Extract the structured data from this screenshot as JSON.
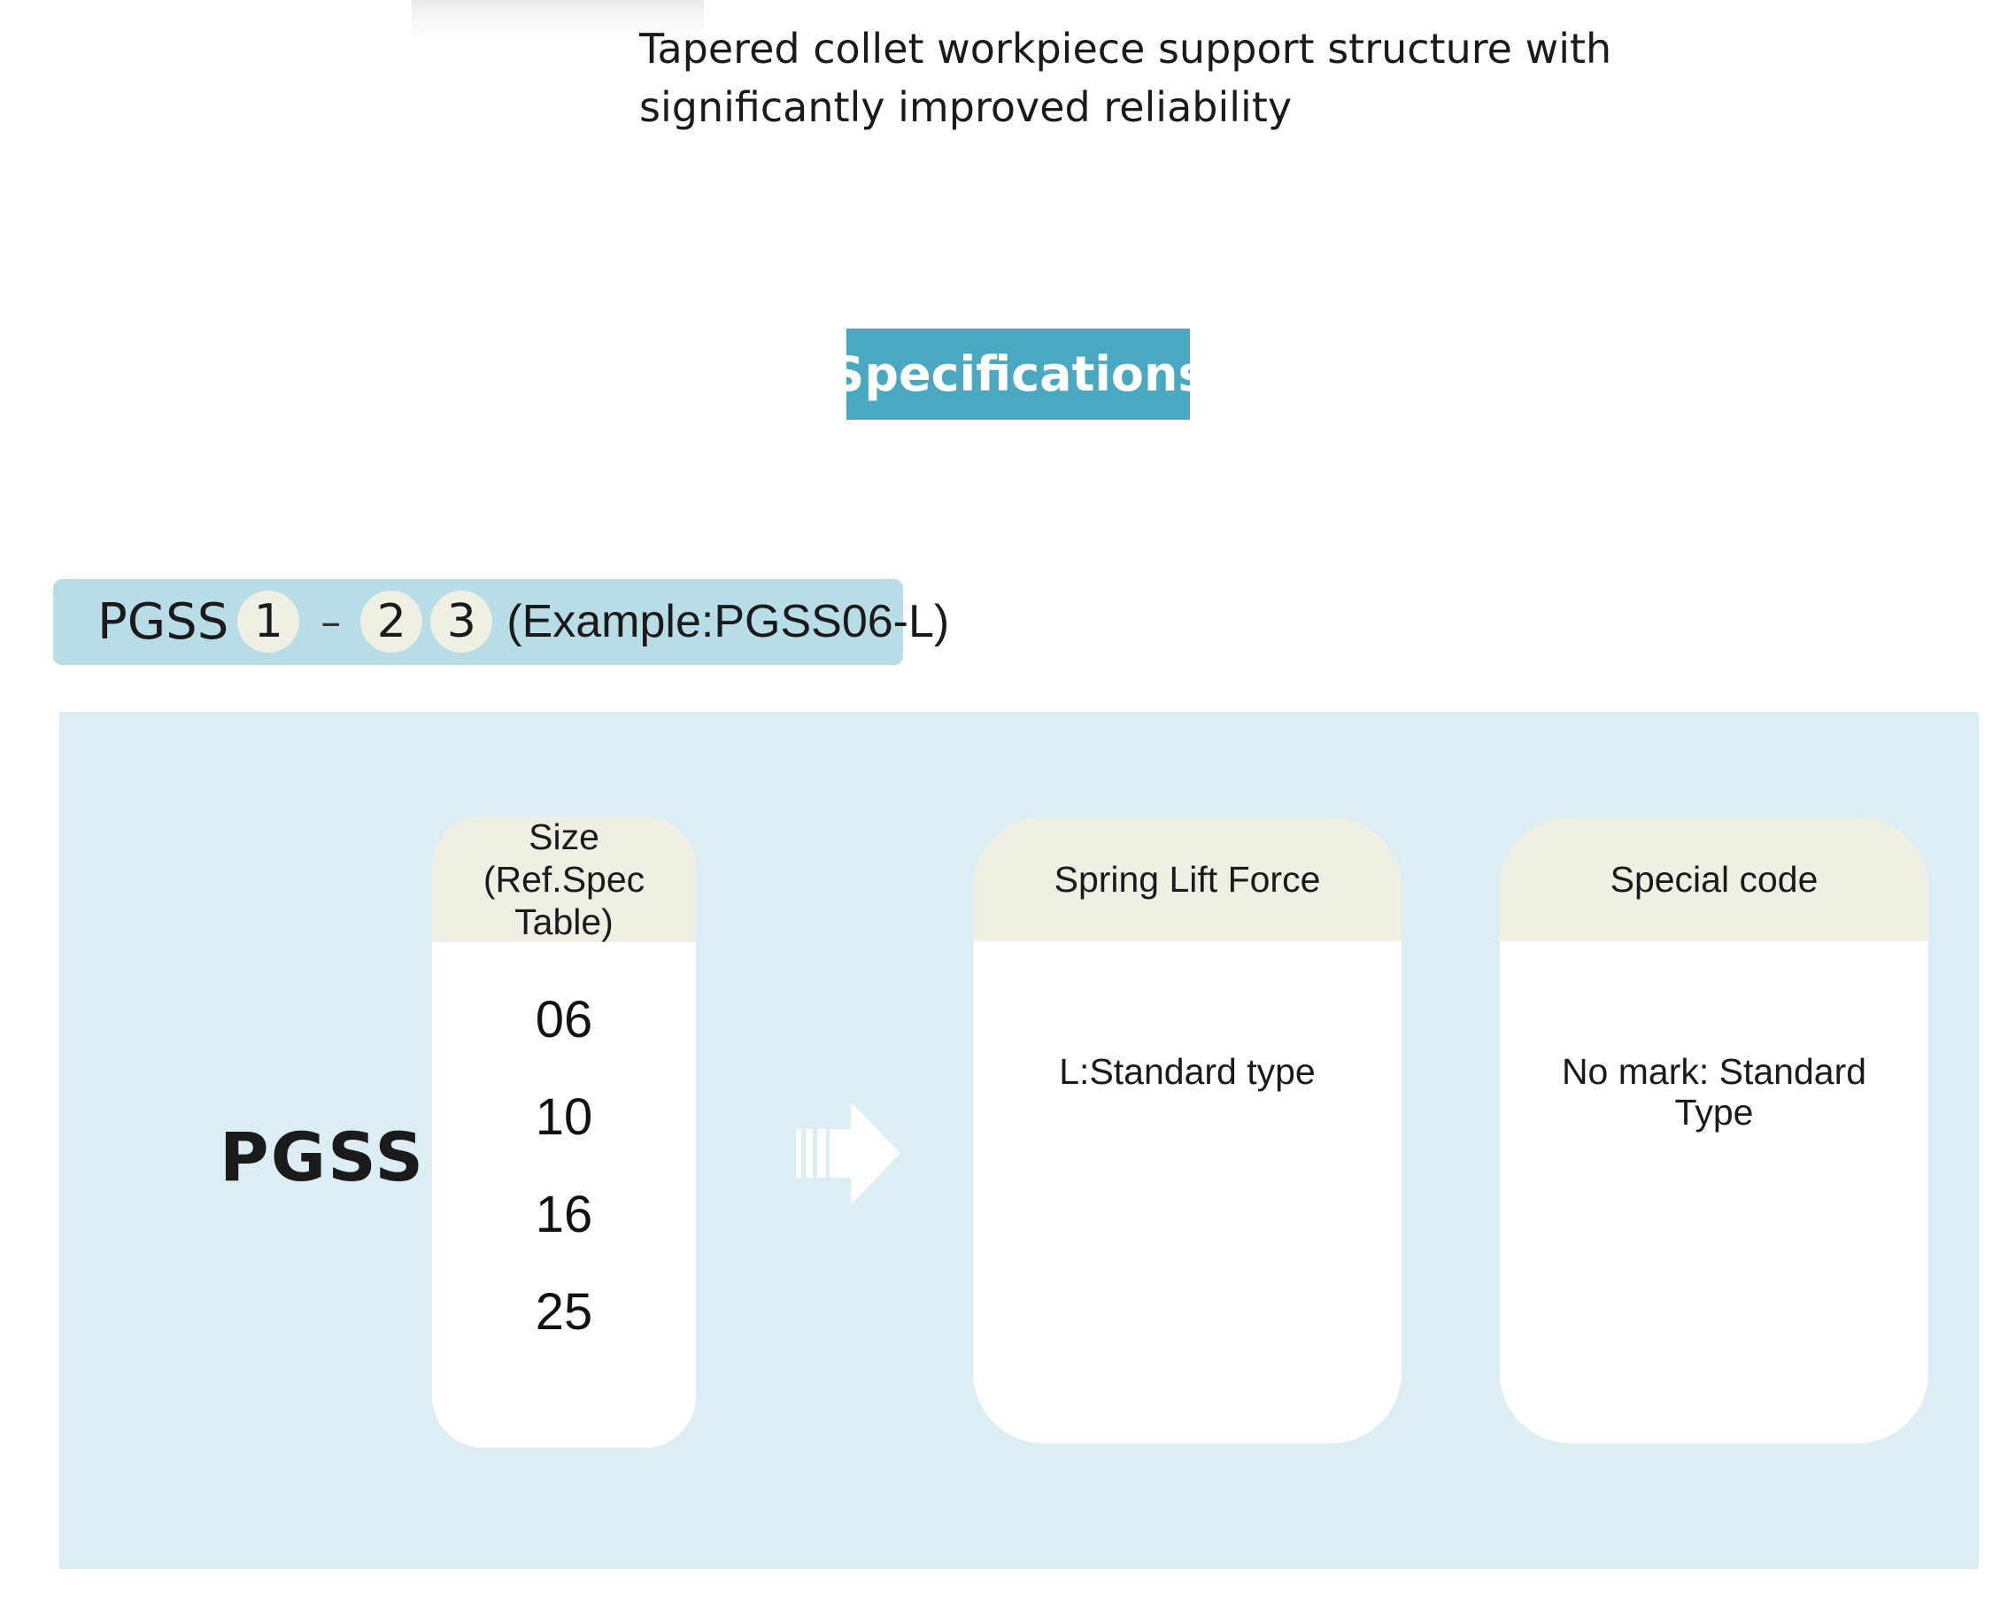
{
  "intro": {
    "line1": "Tapered collet workpiece support structure with",
    "line2": "significantly improved reliability"
  },
  "section": {
    "title": "Specifications"
  },
  "model_code": {
    "prefix": "PGSS",
    "slot1": "1",
    "dash": "–",
    "slot2": "2",
    "slot3": "3",
    "example": "(Example:PGSS06-L)"
  },
  "breakdown": {
    "series": "PGSS",
    "size": {
      "header_line1": "Size",
      "header_line2": "(Ref.Spec Table)",
      "items": [
        "06",
        "10",
        "16",
        "25"
      ]
    },
    "spring": {
      "header": "Spring Lift Force",
      "value": "L:Standard type"
    },
    "special": {
      "header": "Special code",
      "value": "No mark: Standard\n      Type"
    }
  },
  "colors": {
    "title_bg": "#4aa9c1",
    "model_bar_bg": "#b8dde6",
    "panel_bg": "#dceef3",
    "card_head_bg": "#f0efe4"
  },
  "icons": {
    "arrow": "arrow-right-icon"
  }
}
